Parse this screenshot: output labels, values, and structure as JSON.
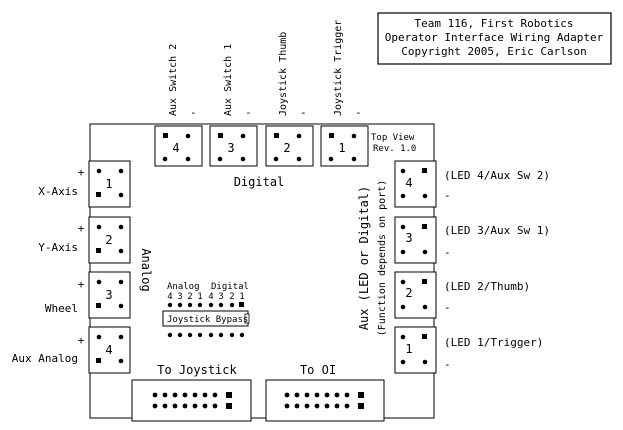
{
  "title_box": {
    "line1": "Team 116, First Robotics",
    "line2": "Operator Interface Wiring Adapter",
    "line3": "Copyright 2005, Eric Carlson"
  },
  "top_view": {
    "label": "Top View",
    "rev": "Rev. 1.0"
  },
  "digital_label": "Digital",
  "analog_label": "Analog",
  "aux_label_1": "Aux (LED or Digital)",
  "aux_label_2": "(Function depends on port)",
  "top_ports": [
    {
      "name": "Aux Switch 2",
      "number": "4",
      "minus": "-"
    },
    {
      "name": "Aux Switch 1",
      "number": "3",
      "minus": "-"
    },
    {
      "name": "Joystick Thumb",
      "number": "2",
      "minus": "-"
    },
    {
      "name": "Joystick Trigger",
      "number": "1",
      "minus": "-"
    }
  ],
  "left_ports": [
    {
      "name": "X-Axis",
      "number": "1",
      "plus": "+"
    },
    {
      "name": "Y-Axis",
      "number": "2",
      "plus": "+"
    },
    {
      "name": "Wheel",
      "number": "3",
      "plus": "+"
    },
    {
      "name": "Aux Analog",
      "number": "4",
      "plus": "+"
    }
  ],
  "right_ports": [
    {
      "name": "(LED 4/Aux Sw 2)",
      "number": "4",
      "minus": "-"
    },
    {
      "name": "(LED 3/Aux Sw 1)",
      "number": "3",
      "minus": "-"
    },
    {
      "name": "(LED 2/Thumb)",
      "number": "2",
      "minus": "-"
    },
    {
      "name": "(LED 1/Trigger)",
      "number": "1",
      "minus": "-"
    }
  ],
  "bypass": {
    "analog_header": "Analog",
    "digital_header": "Digital",
    "analog_nums": [
      "4",
      "3",
      "2",
      "1"
    ],
    "digital_nums": [
      "4",
      "3",
      "2",
      "1"
    ],
    "label": "Joystick Bypass"
  },
  "connectors": {
    "joystick": "To Joystick",
    "oi": "To OI"
  }
}
